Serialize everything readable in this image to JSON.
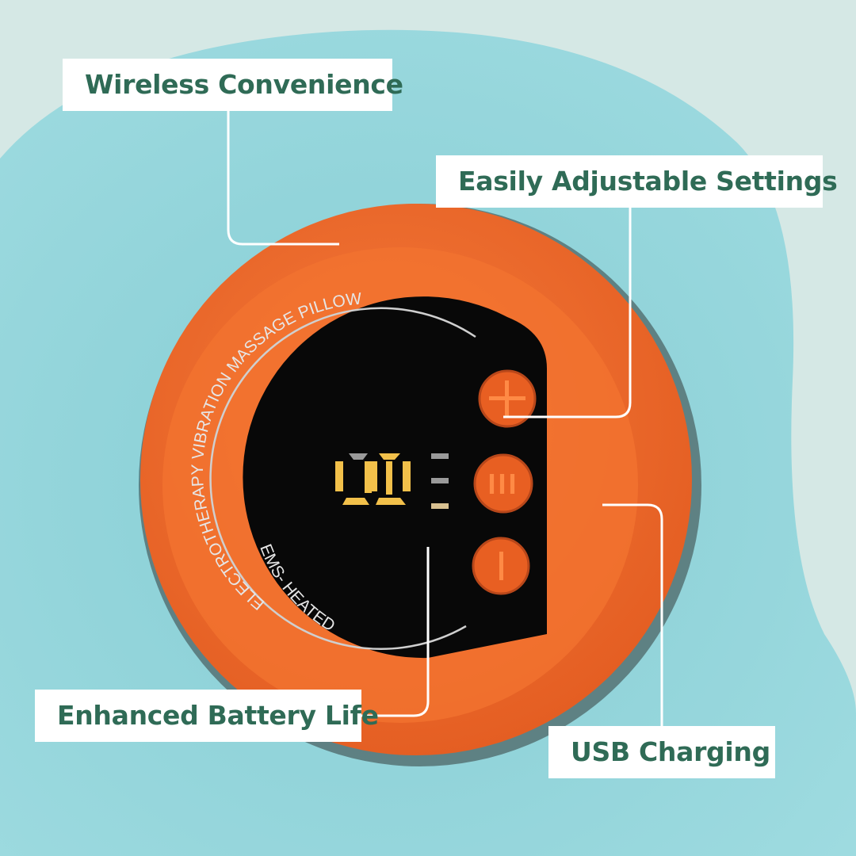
{
  "callouts": {
    "wireless": "Wireless Convenience",
    "settings": "Easily Adjustable Settings",
    "battery": "Enhanced Battery Life",
    "usb": "USB Charging"
  },
  "device": {
    "ring_text_top": "ELECTROTHERAPY VIBRATION MASSAGE PILLOW",
    "ring_text_bottom": "EMS- HEATED ",
    "display_value": "00",
    "buttons": [
      {
        "name": "plus-icon",
        "symbol": "+"
      },
      {
        "name": "mode-icon",
        "symbol": "III"
      },
      {
        "name": "power-icon",
        "symbol": "I"
      }
    ]
  },
  "colors": {
    "background": "#d5e8e5",
    "pillow": "#8fd2d8",
    "orange": "#f0672a",
    "label_text": "#2f6b56",
    "lcd": "#f2c04a"
  }
}
